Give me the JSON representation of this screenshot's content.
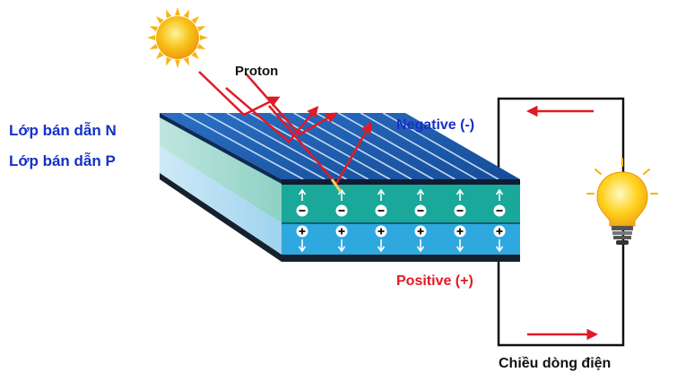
{
  "labels": {
    "proton": "Proton",
    "n_layer": "Lớp bán dẫn N",
    "p_layer": "Lớp bán dẫn P",
    "negative": "Negative (-)",
    "positive": "Positive (+)",
    "current_direction": "Chiều dòng điện"
  },
  "colors": {
    "panel_blue": "#1f5fb0",
    "n_layer_teal": "#1aa89a",
    "p_layer_blue": "#2fa8e0",
    "arrow_red": "#e01b24",
    "label_blue": "#1530c8",
    "label_red": "#e01b24",
    "sun_yellow": "#f7c31a",
    "bulb_yellow": "#ffd21e"
  },
  "icons": {
    "sun": "sun-icon",
    "bulb": "light-bulb-icon",
    "minus": "minus-charge-icon",
    "plus": "plus-charge-icon"
  }
}
